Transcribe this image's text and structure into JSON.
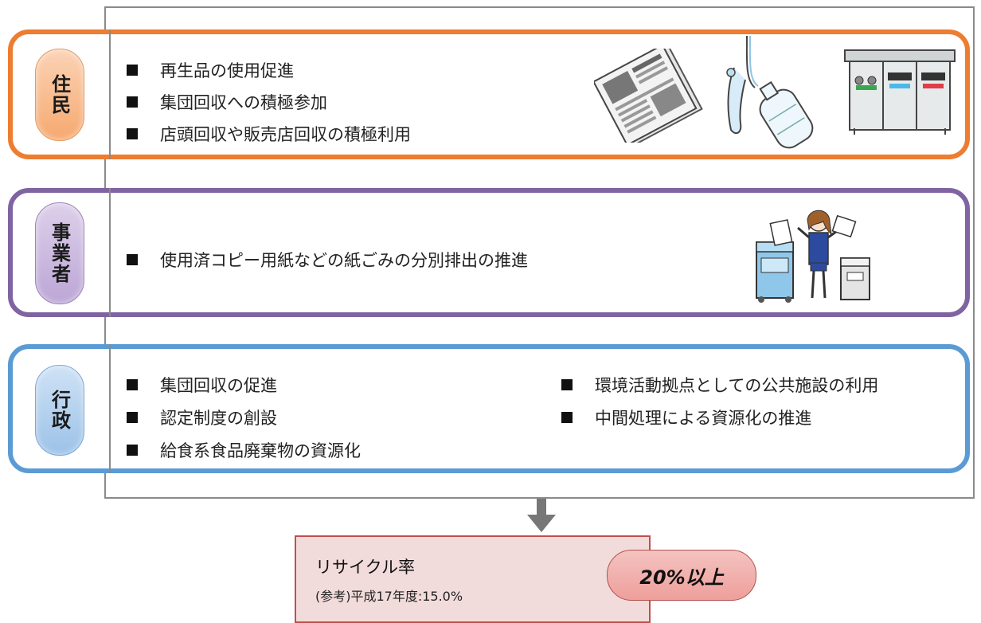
{
  "sections": {
    "resident": {
      "label": "住民",
      "color": "#ed7d31",
      "pill_color": "#f6b68a",
      "items": [
        "再生品の使用促進",
        "集団回収への積極参加",
        "店頭回収や販売店回収の積極利用"
      ],
      "illustrations": [
        "newspaper-icon",
        "pet-bottle-icon",
        "recycling-station-icon"
      ]
    },
    "business": {
      "label": "事業者",
      "color": "#8064a2",
      "pill_color": "#c3b1d9",
      "items": [
        "使用済コピー用紙などの紙ごみの分別排出の推進"
      ],
      "illustrations": [
        "office-worker-recycling-icon"
      ]
    },
    "government": {
      "label": "行政",
      "color": "#5b9bd5",
      "pill_color": "#a9c8ea",
      "items_left": [
        "集団回収の促進",
        "認定制度の創設",
        "給食系食品廃棄物の資源化"
      ],
      "items_right": [
        "環境活動拠点としての公共施設の利用",
        "中間処理による資源化の推進"
      ]
    }
  },
  "result": {
    "title": "リサイクル率",
    "reference": "(参考)平成17年度:15.0%",
    "target": "20%以上"
  }
}
